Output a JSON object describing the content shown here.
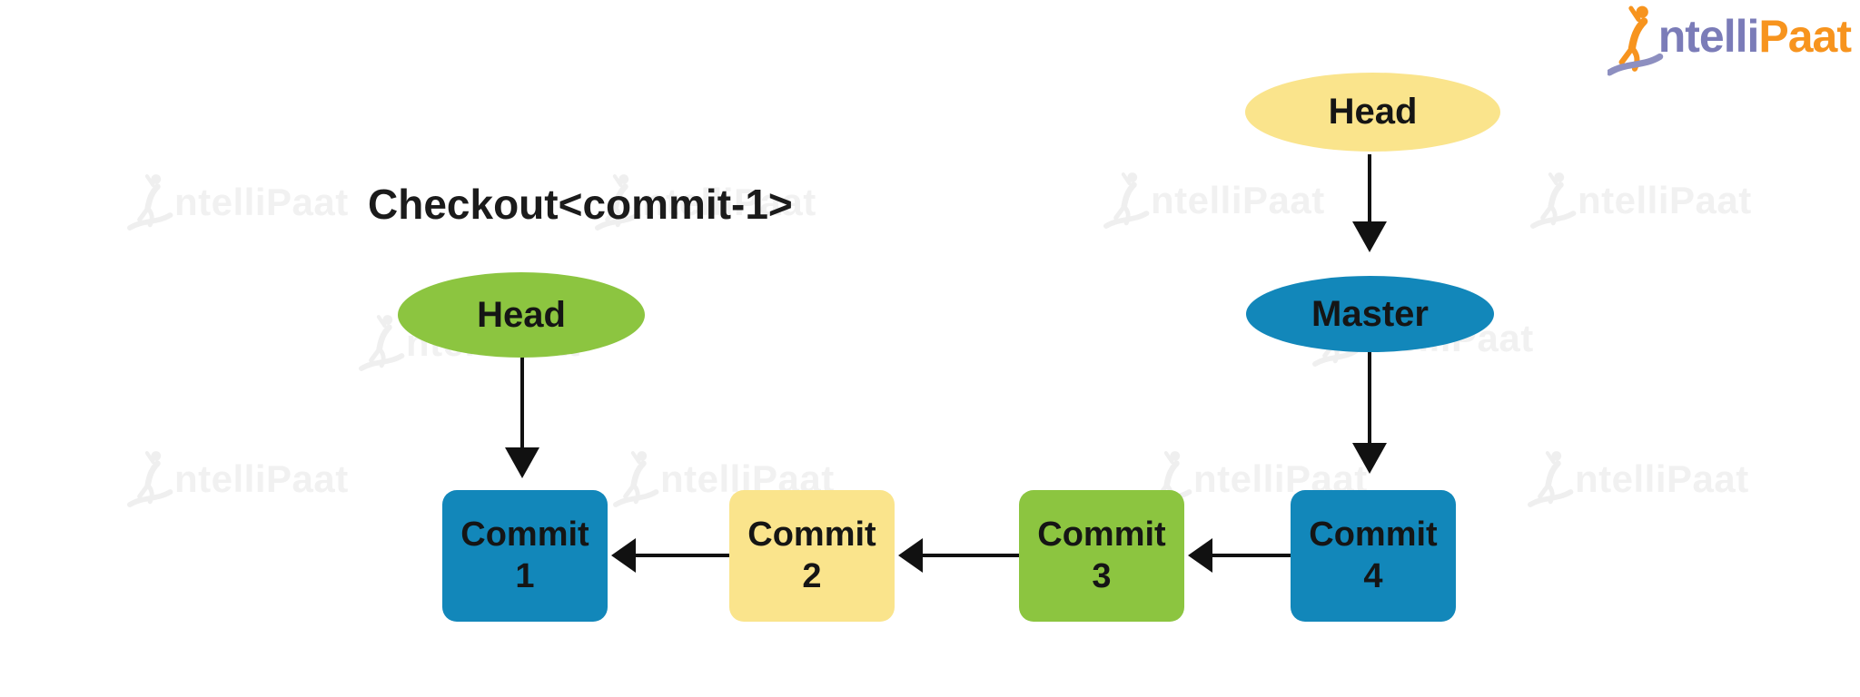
{
  "brand_logo": {
    "icon": "jumping-person-icon",
    "text_primary": "ntelli",
    "text_secondary": "Paat",
    "color_primary": "#7b7cb8",
    "color_secondary": "#f7941e"
  },
  "watermark": {
    "text": "ntelliPaat"
  },
  "caption": {
    "text": "Checkout<commit-1>"
  },
  "colors": {
    "green": "#8cc540",
    "blue": "#1287ba",
    "yellow": "#fae48c",
    "arrow": "#111111",
    "node_text": "#151515"
  },
  "nodes": {
    "left_head": {
      "label": "Head",
      "fill": "#8cc540"
    },
    "right_head": {
      "label": "Head",
      "fill": "#fae48c"
    },
    "master": {
      "label": "Master",
      "fill": "#1287ba"
    },
    "commits": [
      {
        "name": "Commit",
        "number": "1",
        "fill": "#1287ba"
      },
      {
        "name": "Commit",
        "number": "2",
        "fill": "#fae48c"
      },
      {
        "name": "Commit",
        "number": "3",
        "fill": "#8cc540"
      },
      {
        "name": "Commit",
        "number": "4",
        "fill": "#1287ba"
      }
    ]
  }
}
